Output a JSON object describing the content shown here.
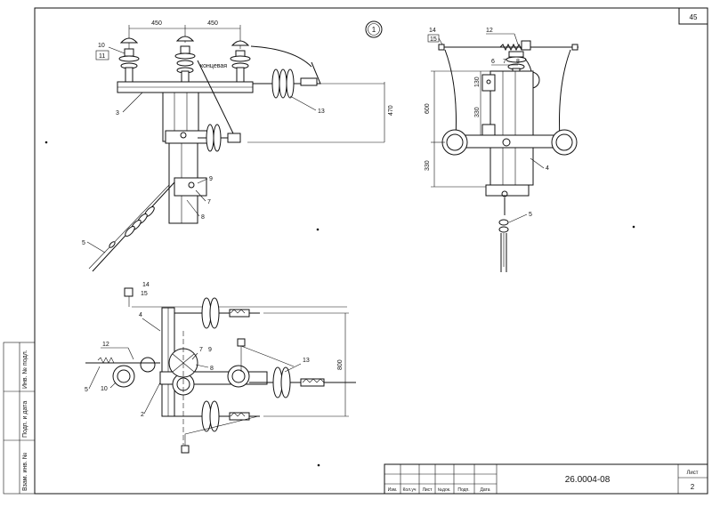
{
  "sheet": {
    "page_number": "45",
    "title_block": {
      "document_code": "26.0004-08",
      "sheet_label": "Лист",
      "sheet_value": "2",
      "column_headers": [
        "Изм.",
        "Кол.уч",
        "Лист",
        "№док.",
        "Подп.",
        "Дата"
      ]
    },
    "side_stamp": [
      "Инв. № подл.",
      "Подп. и дата",
      "Взам. инв. №"
    ]
  },
  "view_top_left": {
    "dim_left": "450",
    "dim_right": "450",
    "dim_height": "470",
    "small_text": "концевая",
    "callouts": [
      "10",
      "11",
      "3",
      "13",
      "9",
      "7",
      "8",
      "5"
    ]
  },
  "view_top_right": {
    "dim_upper": "600",
    "dim_lower": "330",
    "dim_inner_a": "130",
    "dim_inner_b": "330",
    "callouts": [
      "14",
      "15",
      "12",
      "6",
      "7",
      "8",
      "4",
      "5"
    ]
  },
  "view_bottom": {
    "dim_height": "800",
    "callouts": [
      "14",
      "15",
      "4",
      "12",
      "10",
      "5",
      "2",
      "7",
      "9",
      "8",
      "13"
    ]
  },
  "view_marker": "1"
}
